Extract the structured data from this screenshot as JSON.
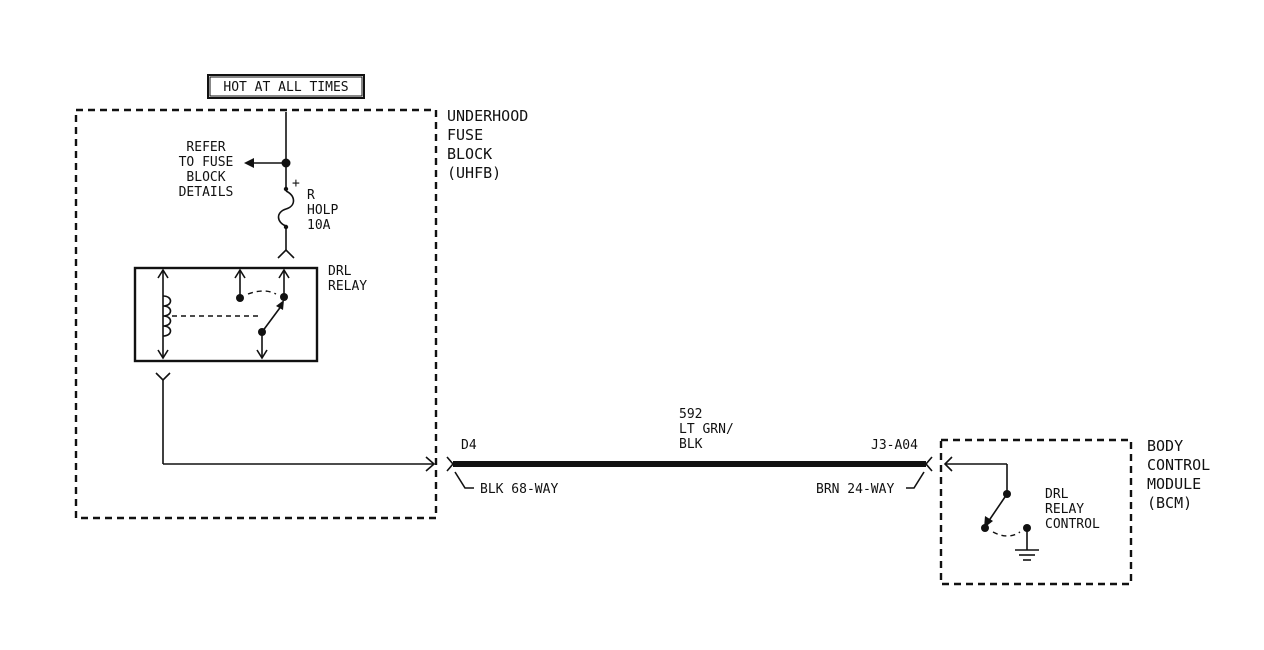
{
  "supply": {
    "hot_label": "HOT AT ALL TIMES"
  },
  "fuse_block": {
    "name_lines": [
      "UNDERHOOD",
      "FUSE",
      "BLOCK",
      "(UHFB)"
    ],
    "refer_lines": [
      "REFER",
      "TO FUSE",
      "BLOCK",
      "DETAILS"
    ],
    "fuse_lines": [
      "R",
      "HOLP",
      "10A"
    ],
    "fuse_plus": "+"
  },
  "relay": {
    "name_lines": [
      "DRL",
      "RELAY"
    ]
  },
  "connectors": {
    "left_pin": "D4",
    "left_connector": "BLK 68-WAY",
    "right_pin": "J3-A04",
    "right_connector": "BRN 24-WAY"
  },
  "wire": {
    "circuit": "592",
    "color_lines": [
      "LT GRN/",
      "BLK"
    ]
  },
  "bcm": {
    "name_lines": [
      "BODY",
      "CONTROL",
      "MODULE",
      "(BCM)"
    ],
    "control_lines": [
      "DRL",
      "RELAY",
      "CONTROL"
    ]
  }
}
